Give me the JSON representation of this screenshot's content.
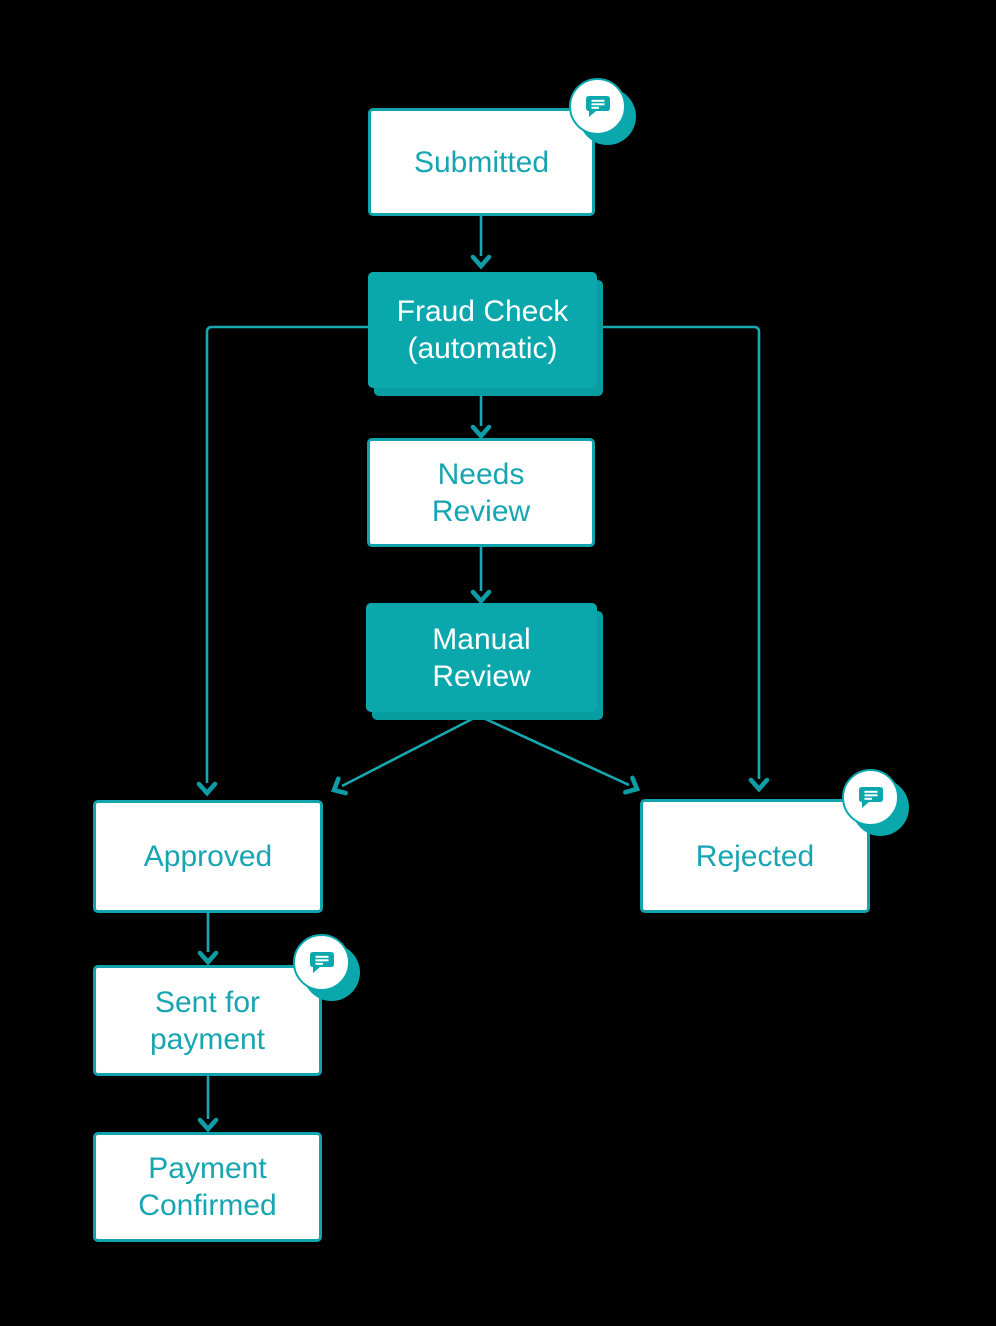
{
  "diagram": {
    "type": "flowchart",
    "background_color": "#000000",
    "accent_color": "#0aa8ad",
    "colors": {
      "node_fill_teal": "#0aa8ad",
      "node_fill_shadow": "#089da1",
      "node_outline_border": "#12a4ac",
      "node_outline_text": "#17a5b2",
      "node_filled_text": "#ffffff",
      "connector": "#17a8b2",
      "badge_background": "#ffffff"
    },
    "nodes": [
      {
        "id": "submitted",
        "label": "Submitted",
        "style": "outline",
        "has_comment_badge": true
      },
      {
        "id": "fraud-check",
        "label": "Fraud Check\n(automatic)",
        "style": "filled",
        "has_comment_badge": false
      },
      {
        "id": "needs-review",
        "label": "Needs\nReview",
        "style": "outline",
        "has_comment_badge": false
      },
      {
        "id": "manual-review",
        "label": "Manual\nReview",
        "style": "filled",
        "has_comment_badge": false
      },
      {
        "id": "approved",
        "label": "Approved",
        "style": "outline",
        "has_comment_badge": false
      },
      {
        "id": "rejected",
        "label": "Rejected",
        "style": "outline",
        "has_comment_badge": true
      },
      {
        "id": "sent-for-payment",
        "label": "Sent for\npayment",
        "style": "outline",
        "has_comment_badge": true
      },
      {
        "id": "payment-confirmed",
        "label": "Payment\nConfirmed",
        "style": "outline",
        "has_comment_badge": false
      }
    ],
    "edges": [
      {
        "from": "submitted",
        "to": "fraud-check"
      },
      {
        "from": "fraud-check",
        "to": "needs-review"
      },
      {
        "from": "fraud-check",
        "to": "approved"
      },
      {
        "from": "fraud-check",
        "to": "rejected"
      },
      {
        "from": "needs-review",
        "to": "manual-review"
      },
      {
        "from": "manual-review",
        "to": "approved"
      },
      {
        "from": "manual-review",
        "to": "rejected"
      },
      {
        "from": "approved",
        "to": "sent-for-payment"
      },
      {
        "from": "sent-for-payment",
        "to": "payment-confirmed"
      }
    ],
    "badge_icon": "comment-icon"
  }
}
